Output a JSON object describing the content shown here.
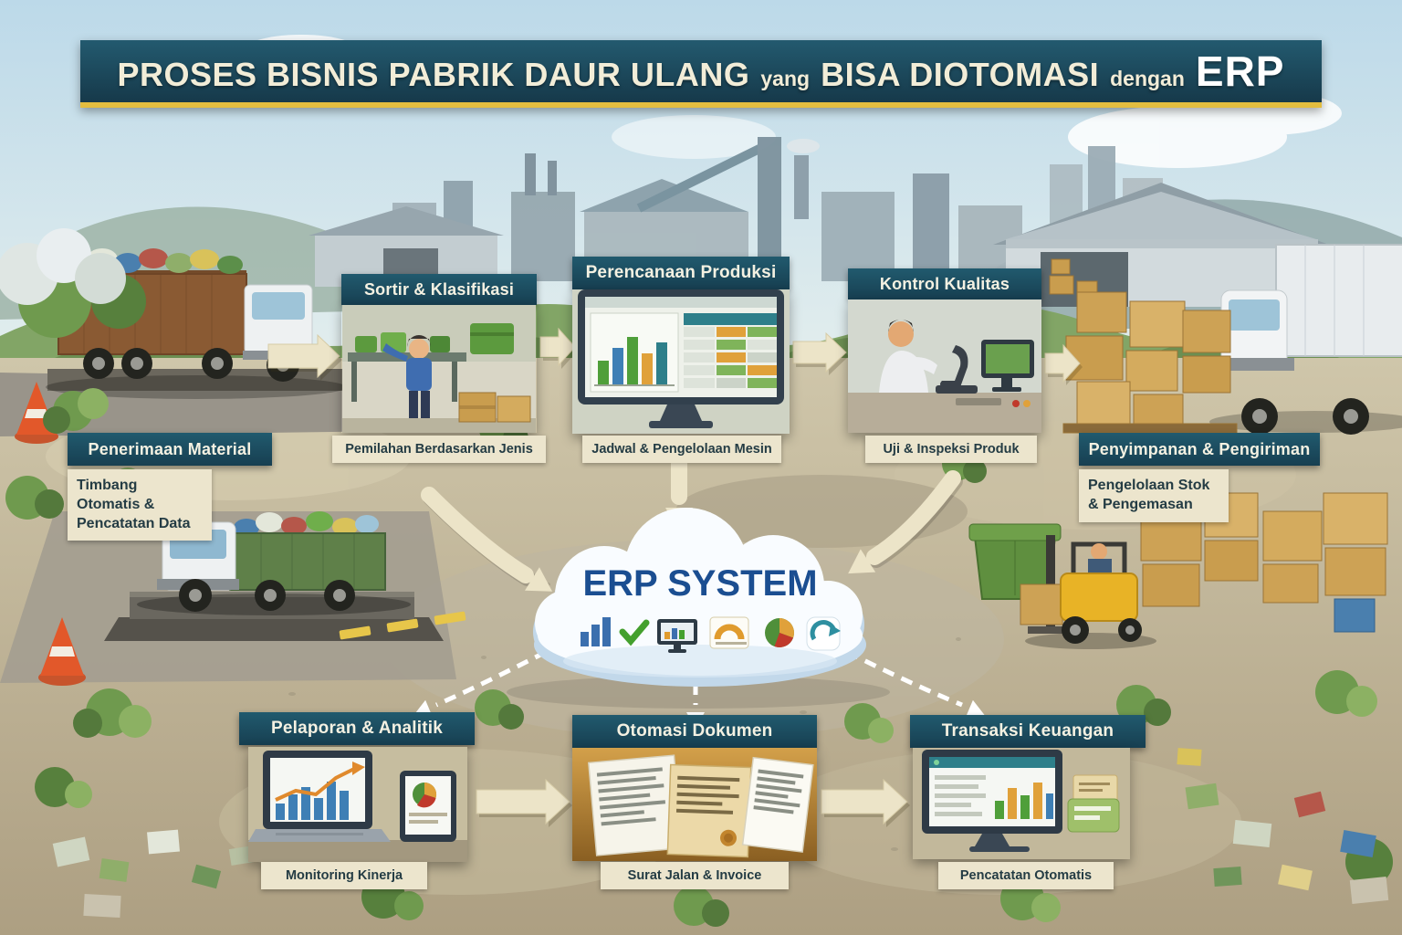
{
  "title": {
    "part1": "PROSES BISNIS PABRIK DAUR ULANG",
    "conj1": "yang",
    "part2": "BISA DIOTOMASI",
    "conj2": "dengan",
    "part3": "ERP"
  },
  "erp": {
    "label": "ERP SYSTEM",
    "icons": [
      "bar-chart-icon",
      "checkmark-icon",
      "monitor-icon",
      "gauge-card-icon",
      "pie-chart-icon",
      "recycle-icon"
    ]
  },
  "stages": {
    "penerimaan": {
      "label": "Penerimaan Material",
      "sublabel": "Timbang Otomatis & Pencatatan Data"
    },
    "sortir": {
      "label": "Sortir & Klasifikasi",
      "caption": "Pemilahan Berdasarkan Jenis"
    },
    "perencanaan": {
      "label": "Perencanaan Produksi",
      "caption": "Jadwal & Pengelolaan Mesin"
    },
    "kontrol": {
      "label": "Kontrol Kualitas",
      "caption": "Uji & Inspeksi Produk"
    },
    "penyimpanan": {
      "label": "Penyimpanan & Pengiriman",
      "sublabel": "Pengelolaan Stok & Pengemasan"
    },
    "pelaporan": {
      "label": "Pelaporan & Analitik",
      "caption": "Monitoring Kinerja"
    },
    "otomasi": {
      "label": "Otomasi Dokumen",
      "caption": "Surat Jalan & Invoice"
    },
    "transaksi": {
      "label": "Transaksi Keuangan",
      "caption": "Pencatatan Otomatis"
    }
  },
  "colors": {
    "banner_bg": "#1c4a5e",
    "banner_accent": "#e3bd3f",
    "header_bg": "#1d4f63",
    "caption_bg": "#ece5cd",
    "arrow": "#ece4c8",
    "erp_text": "#1b4e91"
  }
}
